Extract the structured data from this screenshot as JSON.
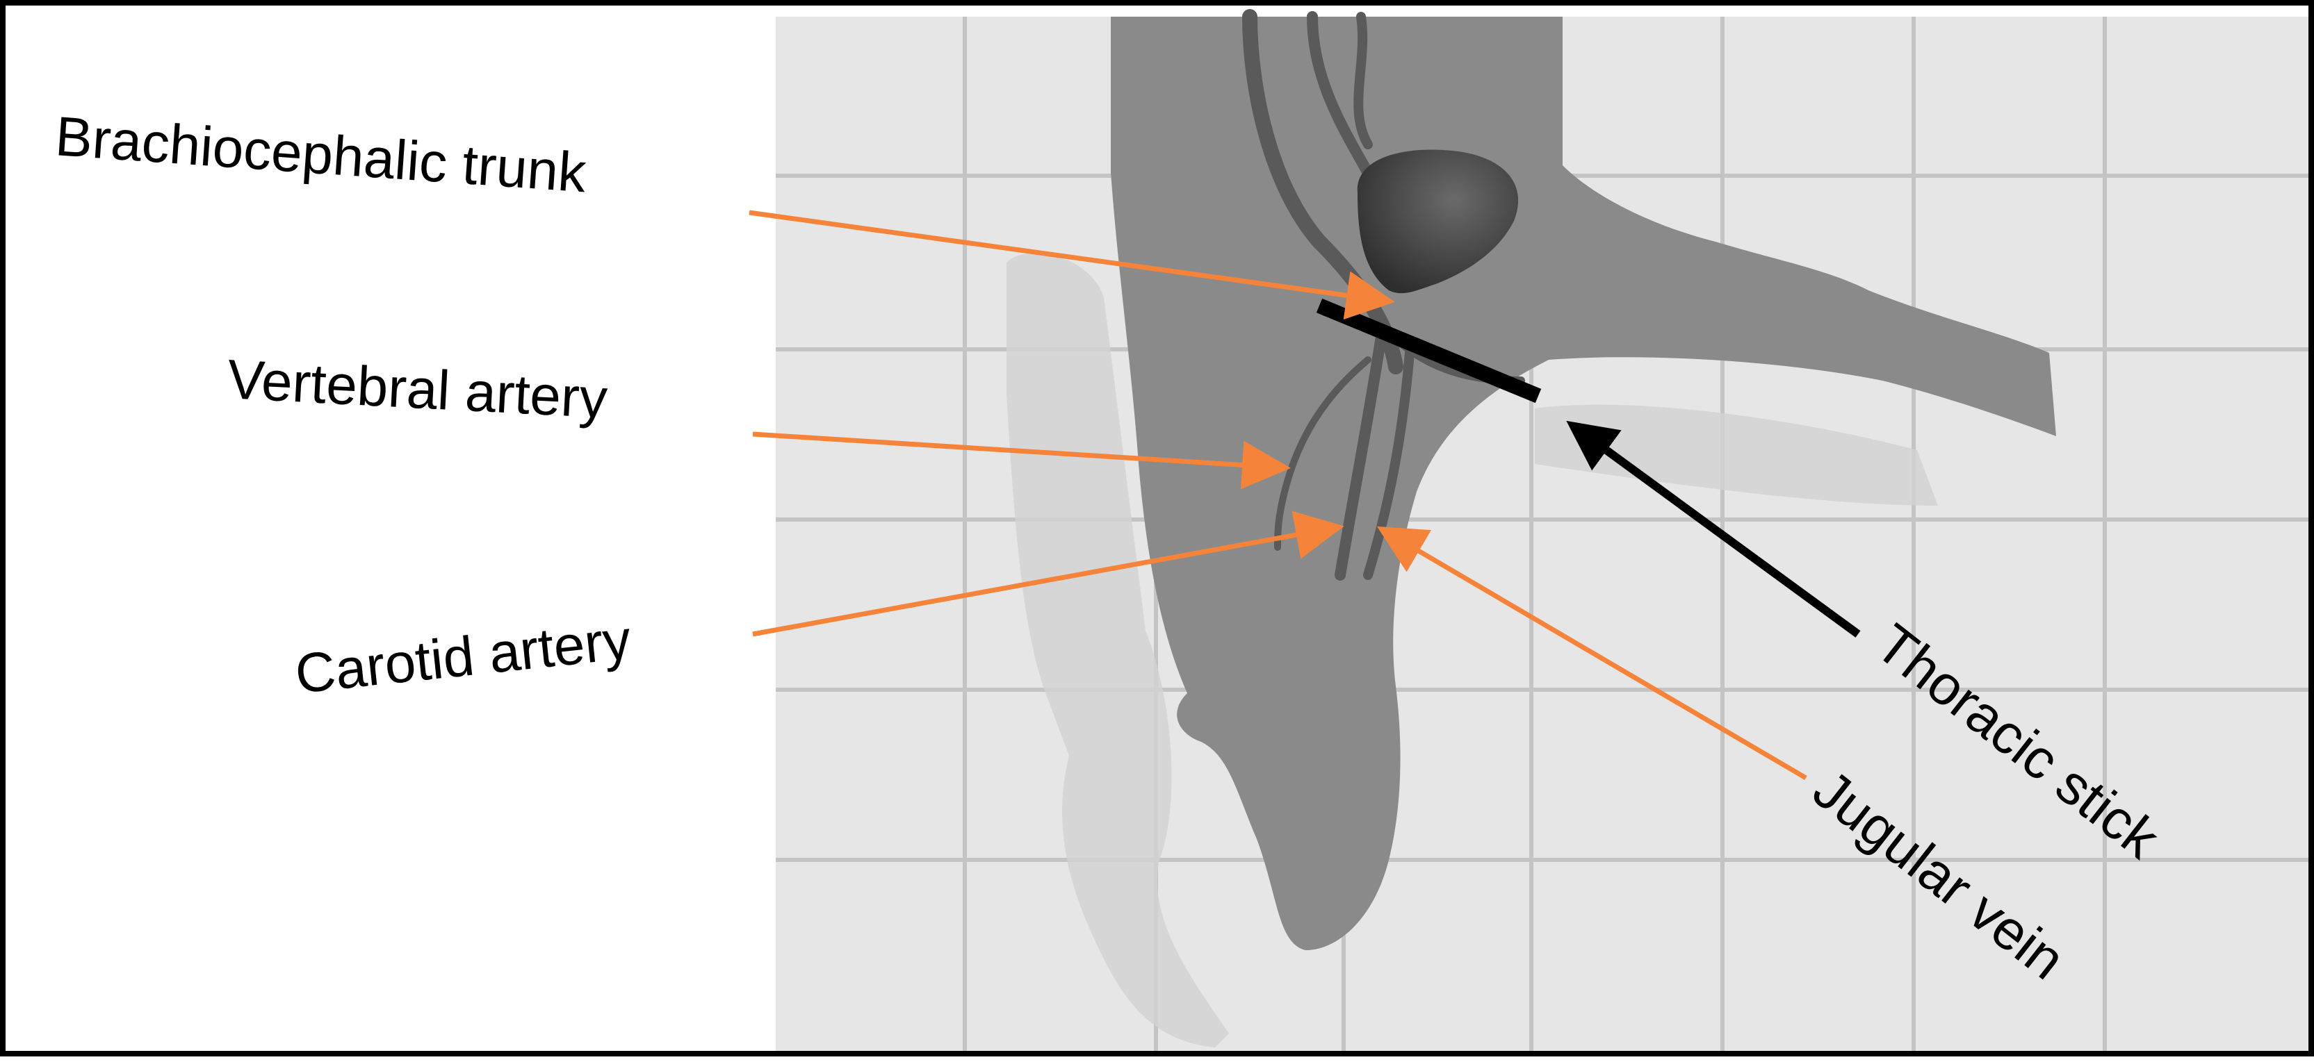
{
  "labels": {
    "brachiocephalic_trunk": "Brachiocephalic trunk",
    "vertebral_artery": "Vertebral artery",
    "carotid_artery": "Carotid artery",
    "thoracic_stick": "Thoracic stick",
    "jugular_vein": "Jugular vein"
  },
  "colors": {
    "orange_arrow": "#F5843A",
    "black_arrow": "#000000",
    "tile_background": "#E6E6E6",
    "tile_grout": "#C4C4C4",
    "animal_body": "#8A8A8A",
    "animal_shadow": "#D2D2D2",
    "vessel": "#5A5A5A",
    "heart": "#3E3E3E"
  }
}
